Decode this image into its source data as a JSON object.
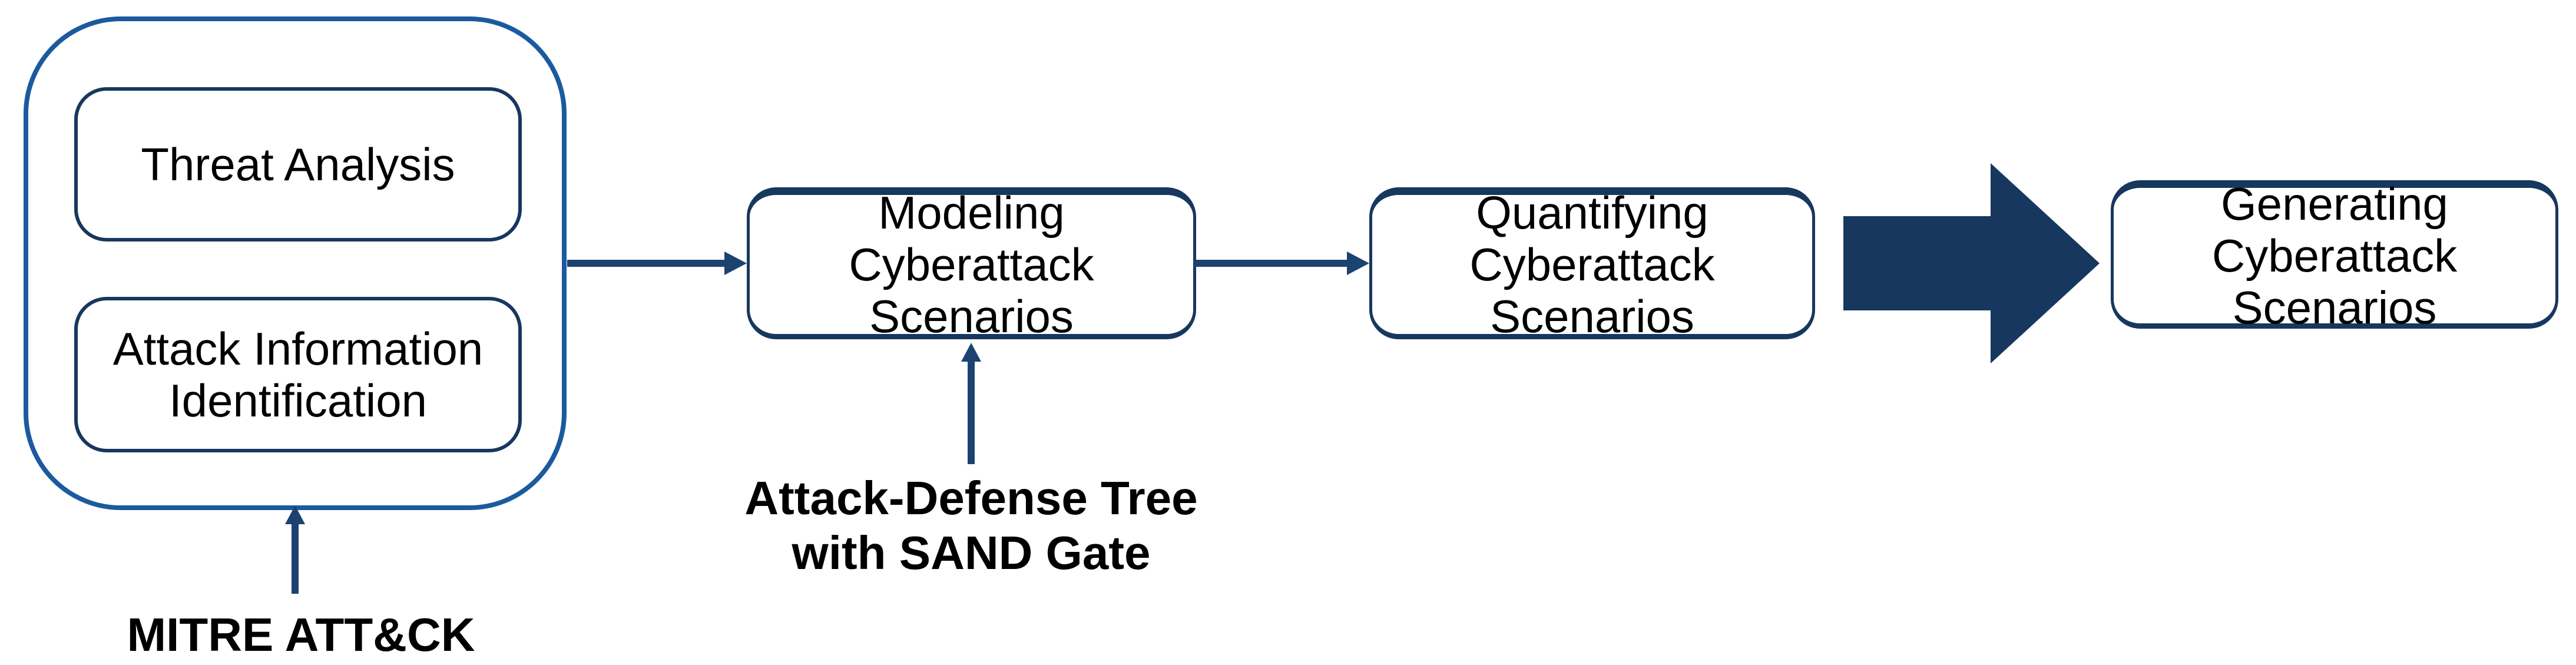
{
  "colors": {
    "container_border": "#1b5a9e",
    "box_border": "#17375e",
    "arrow": "#1c4270",
    "arrow_strong": "#17375e",
    "text": "#000000"
  },
  "pipeline": {
    "input_group": {
      "boxes": [
        {
          "label": "Threat Analysis"
        },
        {
          "label": "Attack Information\nIdentification"
        }
      ],
      "annotation": "MITRE ATT&CK"
    },
    "stages": [
      {
        "label": "Modeling\nCyberattack\nScenarios",
        "annotation": "Attack-Defense Tree\nwith SAND Gate"
      },
      {
        "label": "Quantifying\nCyberattack\nScenarios"
      },
      {
        "label": "Generating\nCyberattack\nScenarios"
      }
    ]
  }
}
